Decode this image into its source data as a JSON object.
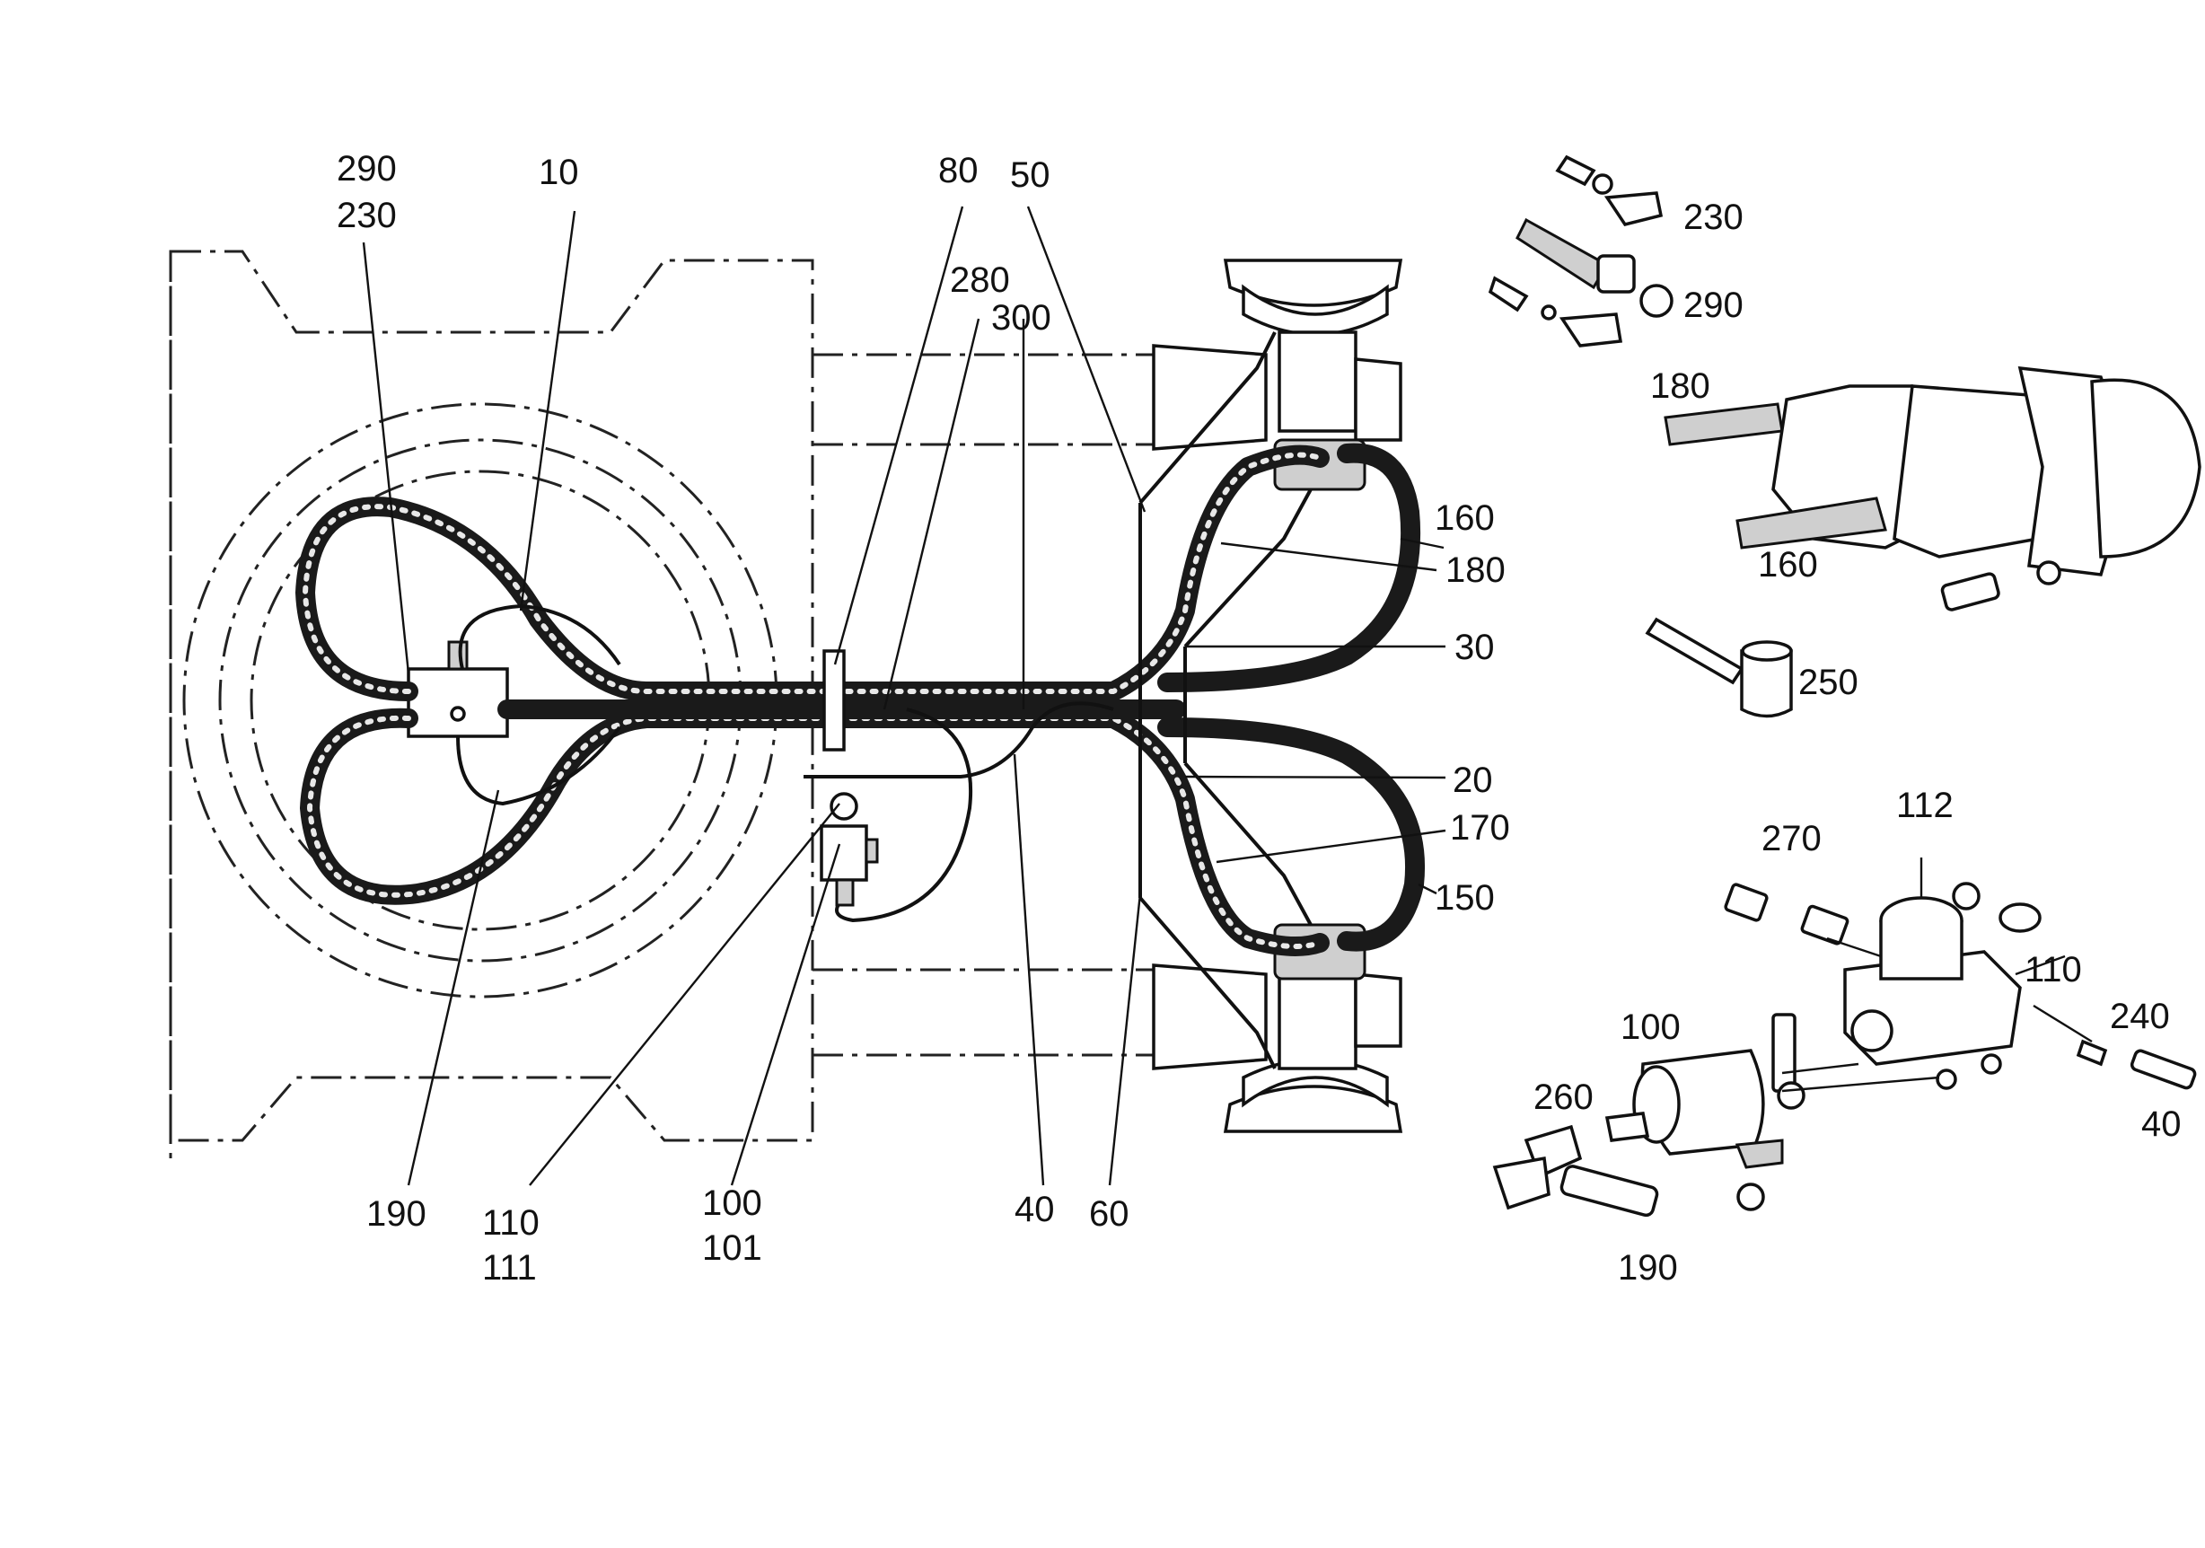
{
  "callouts": {
    "c_290a": "290",
    "c_230a": "230",
    "c_10": "10",
    "c_80": "80",
    "c_50": "50",
    "c_280": "280",
    "c_300": "300",
    "c_160a": "160",
    "c_180a": "180",
    "c_30": "30",
    "c_20": "20",
    "c_170": "170",
    "c_150": "150",
    "c_190a": "190",
    "c_110a": "110",
    "c_111": "111",
    "c_100a": "100",
    "c_101": "101",
    "c_40a": "40",
    "c_60": "60",
    "c_230b": "230",
    "c_290b": "290",
    "c_180b": "180",
    "c_160b": "160",
    "c_250": "250",
    "c_112": "112",
    "c_270": "270",
    "c_110b": "110",
    "c_100b": "100",
    "c_240": "240",
    "c_260": "260",
    "c_40b": "40",
    "c_190b": "190"
  }
}
